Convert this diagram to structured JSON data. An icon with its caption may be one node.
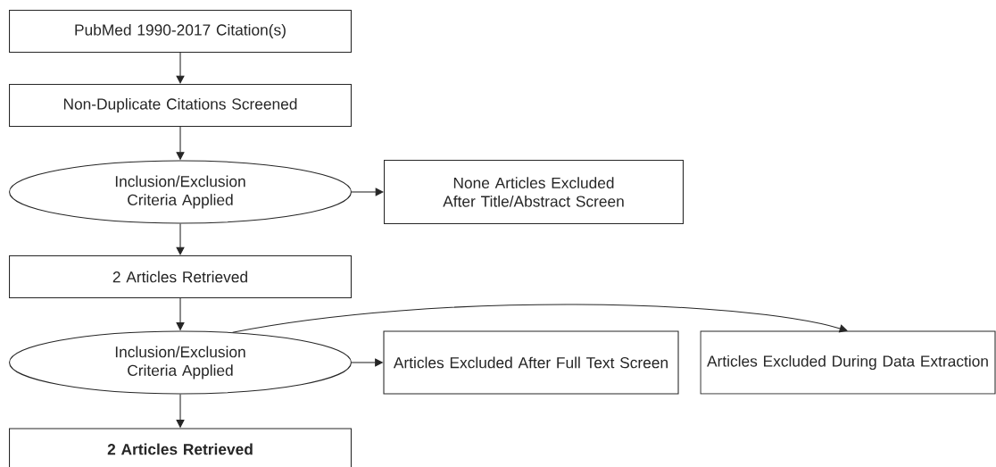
{
  "diagram": {
    "nodes": [
      {
        "text": [
          "PubMed 1990-2017 Citation(s)"
        ]
      },
      {
        "text": [
          "Non-Duplicate Citations Screened"
        ]
      },
      {
        "text": [
          "Inclusion/Exclusion Criteria Applied"
        ]
      },
      {
        "text": [
          "None Articles Excluded After Title/Abstract Screen"
        ]
      },
      {
        "text": [
          "2 Articles Retrieved"
        ]
      },
      {
        "text": [
          "Inclusion/Exclusion Criteria Applied"
        ]
      },
      {
        "text": [
          "Articles Excluded After Full Text Screen"
        ]
      },
      {
        "text": [
          "Articles Excluded During Data Extraction"
        ]
      },
      {
        "text": [
          "2 Articles Retrieved"
        ]
      }
    ],
    "edges": [
      {
        "from": 0,
        "to": 1,
        "arrow": "to"
      },
      {
        "from": 1,
        "to": 2,
        "arrow": "to"
      },
      {
        "from": 2,
        "to": 3,
        "arrow": "to"
      },
      {
        "from": 2,
        "to": 4,
        "arrow": "to"
      },
      {
        "from": 4,
        "to": 5,
        "arrow": "to"
      },
      {
        "from": 5,
        "to": 6,
        "arrow": "to"
      },
      {
        "from": 5,
        "to": 7,
        "arrow": "to"
      },
      {
        "from": 5,
        "to": 8,
        "arrow": "to"
      }
    ]
  }
}
